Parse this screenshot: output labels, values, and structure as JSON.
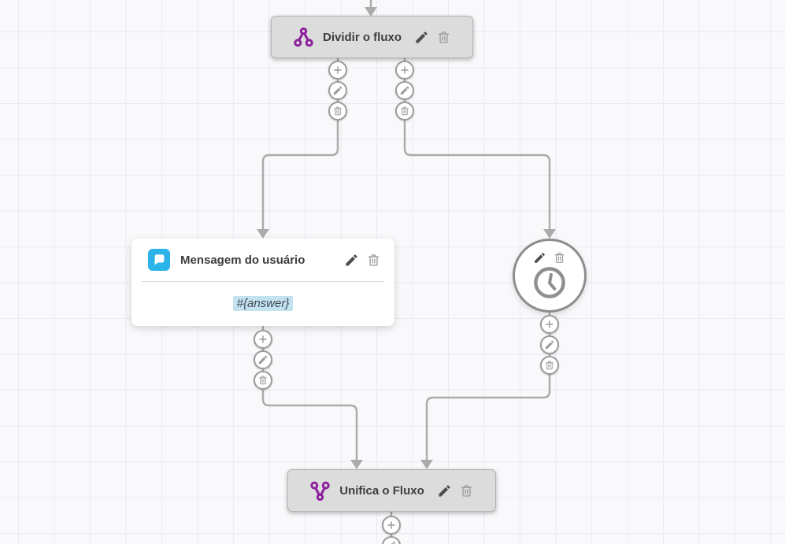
{
  "canvas": {
    "background": "#f9f9fb",
    "grid_line_color": "#e8ebf2",
    "connector_color": "#ababab"
  },
  "nodes": {
    "split": {
      "title": "Dividir o fluxo",
      "icon": "split-flow-icon",
      "icon_color": "#8e1f9d"
    },
    "user_message": {
      "title": "Mensagem do usuário",
      "body_value": "#{answer}",
      "icon": "chat-bubble-icon",
      "icon_bg": "#2bb3ea",
      "highlight_color": "#c3e2ef"
    },
    "timer": {
      "icon": "clock-icon"
    },
    "merge": {
      "title": "Unifica o Fluxo",
      "icon": "merge-flow-icon",
      "icon_color": "#8e1f9d"
    }
  },
  "port_buttons": {
    "add": "add-step",
    "edit": "edit-connection",
    "delete": "delete-connection"
  }
}
